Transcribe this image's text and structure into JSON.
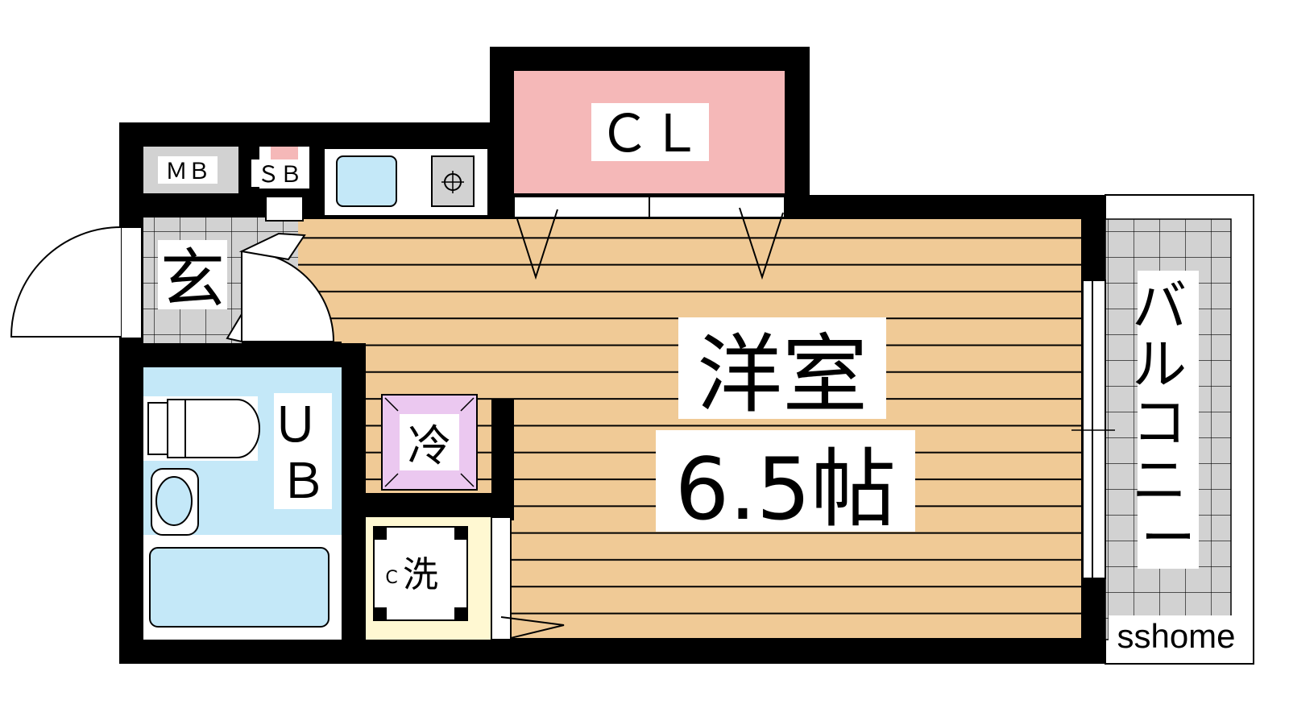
{
  "rooms": {
    "western_room": {
      "name": "洋室",
      "size": "6.5帖"
    },
    "closet": "ＣＬ",
    "unit_bath": "ＵＢ",
    "entrance": "玄",
    "balcony": "バルコニー",
    "meter_box": "ＭＢ",
    "shoe_box": "ＳＢ",
    "fridge": "冷",
    "washer": "洗",
    "washer_prefix": "C"
  },
  "watermark": "sshome",
  "colors": {
    "wall": "#000000",
    "floor": "#f0ca96",
    "closet": "#f5b8b8",
    "bath": "#c4e8f8",
    "fridge": "#ebc8f0",
    "laundry": "#fff8d2",
    "tile": "#d2d2d2"
  }
}
